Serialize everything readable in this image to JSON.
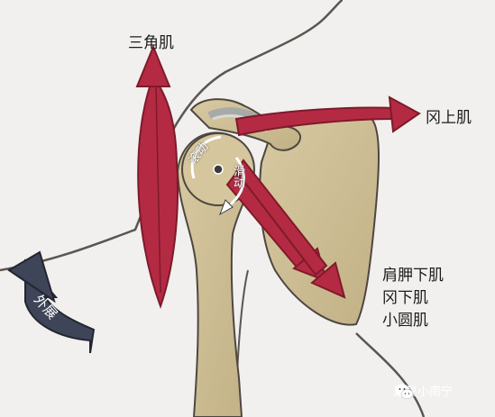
{
  "labels": {
    "deltoid": "三角肌",
    "supraspinatus": "冈上肌",
    "rotator_group": [
      "肩胛下肌",
      "冈下肌",
      "小圆肌"
    ],
    "abduction": "外展",
    "rolling": "滚动",
    "sliding": "滑动"
  },
  "watermark": "康复小南宁",
  "colors": {
    "muscle": "#b42a43",
    "muscle_dark": "#7e1a2a",
    "bone": "#cdbd94",
    "skin": "#efeeec",
    "arrow_abduction": "#3e4559"
  }
}
